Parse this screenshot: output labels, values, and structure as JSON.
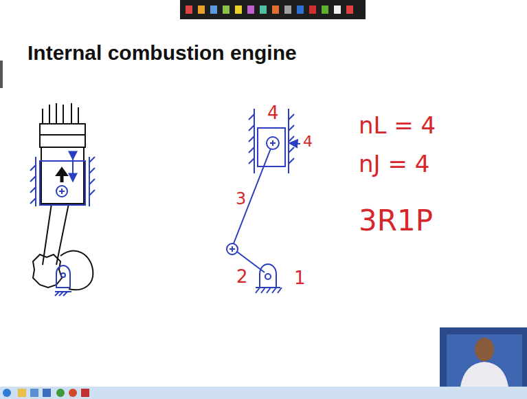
{
  "diagram": {
    "title": "Internal combustion engine",
    "labels": [
      "4",
      "4",
      "3",
      "2",
      "1",
      "nL = 4",
      "nJ = 4",
      "3R1P"
    ]
  }
}
